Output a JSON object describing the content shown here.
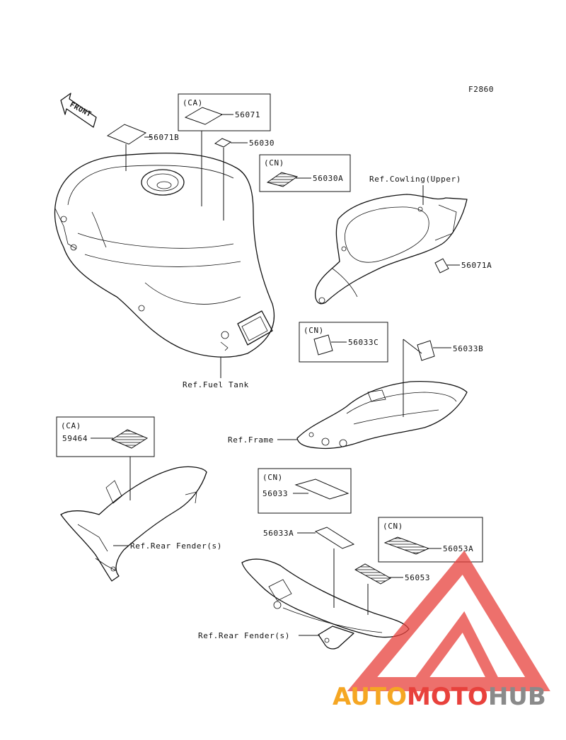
{
  "figure_code": "F2860",
  "front_arrow_label": "FRONT",
  "region_codes": {
    "ca": "(CA)",
    "cn": "(CN)"
  },
  "part_numbers": {
    "p56071": "56071",
    "p56071B": "56071B",
    "p56030": "56030",
    "p56030A": "56030A",
    "p56071A": "56071A",
    "p56033C": "56033C",
    "p56033B": "56033B",
    "p59464": "59464",
    "p56033": "56033",
    "p56033A": "56033A",
    "p56053A": "56053A",
    "p56053": "56053"
  },
  "references": {
    "cowling_upper": "Ref.Cowling(Upper)",
    "fuel_tank": "Ref.Fuel Tank",
    "frame": "Ref.Frame",
    "rear_fender_1": "Ref.Rear Fender(s)",
    "rear_fender_2": "Ref.Rear Fender(s)"
  },
  "watermark": {
    "part1": "AUTO",
    "part2": "MOTO",
    "part3": "HUB",
    "color_orange": "#f5a623",
    "color_red": "#e8413c",
    "color_gray": "#8a8a8a"
  }
}
